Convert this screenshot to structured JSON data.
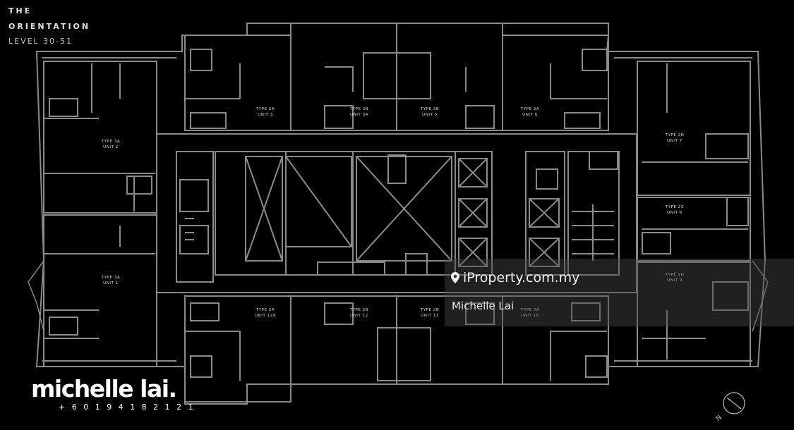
{
  "header": {
    "line1": "THE",
    "line2": "ORIENTATION",
    "level": "LEVEL 30-51"
  },
  "units": [
    {
      "type": "TYPE 2A",
      "unit": "UNIT 3"
    },
    {
      "type": "TYPE 2B",
      "unit": "UNIT 3A"
    },
    {
      "type": "TYPE 2B",
      "unit": "UNIT 5"
    },
    {
      "type": "TYPE 2A",
      "unit": "UNIT 6"
    },
    {
      "type": "TYPE 3A",
      "unit": "UNIT 2"
    },
    {
      "type": "TYPE 3A",
      "unit": "UNIT 1"
    },
    {
      "type": "TYPE 2D",
      "unit": "UNIT 7"
    },
    {
      "type": "TYPE 2C",
      "unit": "UNIT 8"
    },
    {
      "type": "TYPE 2D",
      "unit": "UNIT 9"
    },
    {
      "type": "TYPE 2A",
      "unit": "UNIT 12A"
    },
    {
      "type": "TYPE 2B",
      "unit": "UNIT 12"
    },
    {
      "type": "TYPE 2B",
      "unit": "UNIT 11"
    },
    {
      "type": "TYPE 2A",
      "unit": "UNIT 10"
    }
  ],
  "watermark": {
    "site": "iProperty.com.my",
    "agent": "Michelle Lai"
  },
  "brand": {
    "name": "michelle lai.",
    "phone": "+60194182121"
  },
  "compass": {
    "label": "N"
  },
  "colors": {
    "background": "#000000",
    "wall": "#8a8a8a",
    "text": "#d8d8d8"
  }
}
